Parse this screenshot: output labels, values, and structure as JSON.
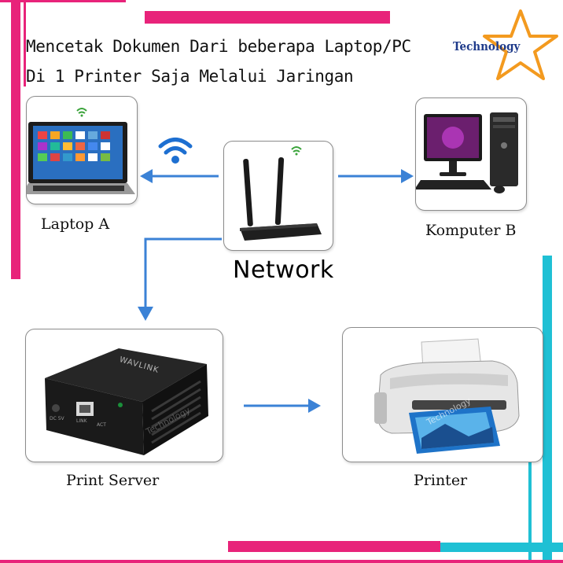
{
  "title": {
    "line1": "Mencetak Dokumen Dari beberapa Laptop/PC",
    "line2": "Di 1 Printer Saja Melalui Jaringan"
  },
  "brand": {
    "logo_text": "Technology"
  },
  "nodes": {
    "laptop_a": "Laptop A",
    "komputer_b": "Komputer B",
    "network": "Network",
    "print_server": "Print Server",
    "printer": "Printer"
  },
  "device_marks": {
    "print_server_brand": "WAVLINK",
    "print_server_port_left": "LINK",
    "print_server_port_right": "ACT",
    "print_server_power": "DC 5V",
    "watermark": "Technology"
  },
  "colors": {
    "accent_pink": "#e8237a",
    "accent_cyan": "#1fc0d4",
    "arrow_blue": "#3b82d6",
    "wifi_blue": "#1d6fd1",
    "star_orange": "#f39a1f"
  }
}
